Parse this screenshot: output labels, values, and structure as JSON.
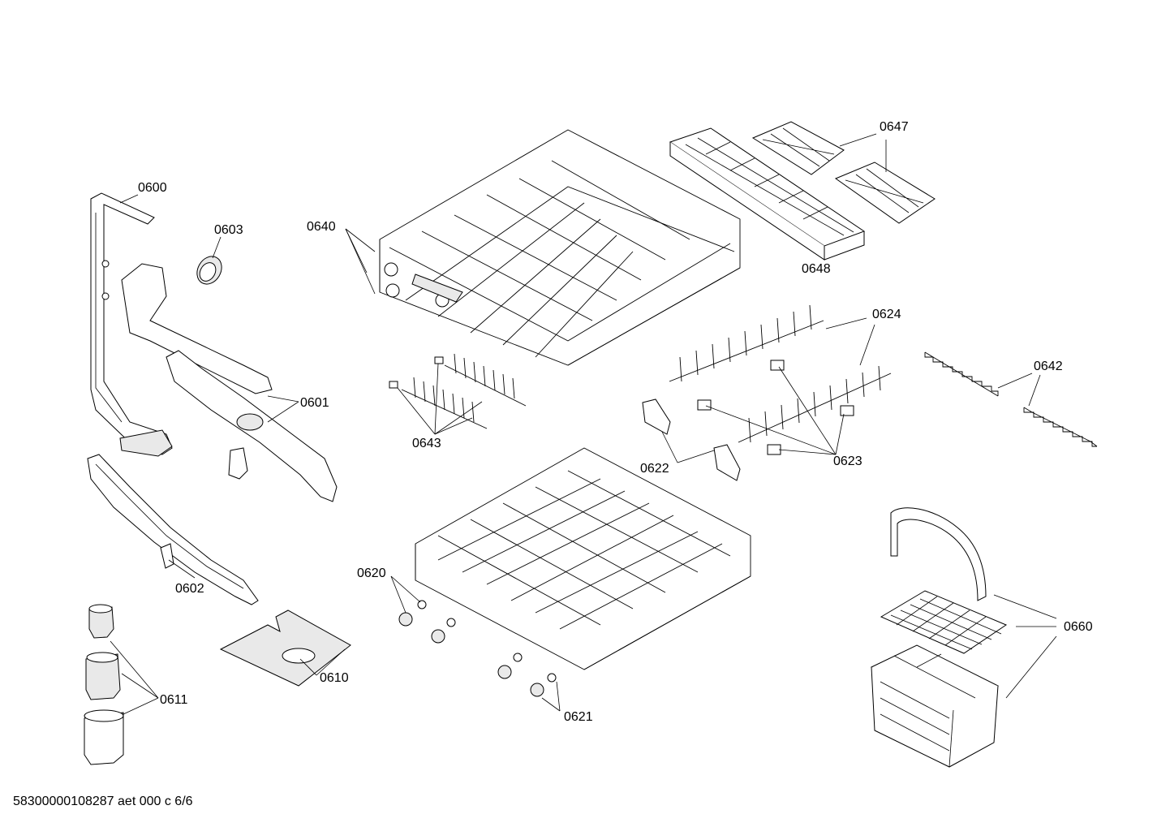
{
  "diagram": {
    "labels": {
      "p0600": "0600",
      "p0601": "0601",
      "p0602": "0602",
      "p0603": "0603",
      "p0610": "0610",
      "p0611": "0611",
      "p0620": "0620",
      "p0621": "0621",
      "p0622": "0622",
      "p0623": "0623",
      "p0624": "0624",
      "p0640": "0640",
      "p0642": "0642",
      "p0643": "0643",
      "p0647": "0647",
      "p0648": "0648",
      "p0660": "0660"
    },
    "footer": "58300000108287 aet 000 c 6/6"
  }
}
